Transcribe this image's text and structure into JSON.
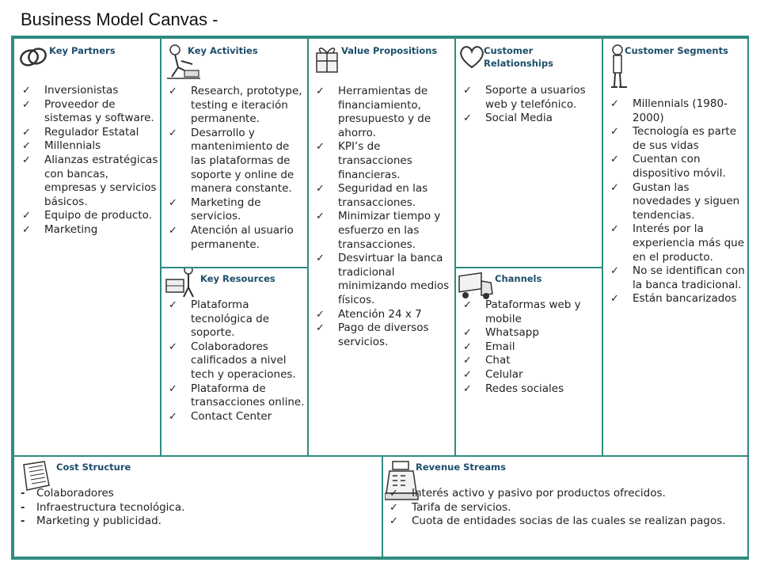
{
  "title": "Business Model Canvas -",
  "colors": {
    "border": "#2e8b80",
    "heading": "#1d4e6b"
  },
  "key_partners": {
    "heading": "Key Partners",
    "icon": "linked-rings-icon",
    "items": [
      "Inversionistas",
      "Proveedor de sistemas y software.",
      "Regulador Estatal",
      "Millennials",
      "Alianzas estratégicas con bancas, empresas y servicios básicos.",
      "Equipo de producto.",
      "Marketing"
    ]
  },
  "key_activities": {
    "heading": "Key Activities",
    "icon": "worker-icon",
    "items": [
      "Research, prototype, testing e iteración permanente.",
      "Desarrollo y mantenimiento de las plataformas de soporte y online de manera constante.",
      "Marketing de servicios.",
      "Atención al usuario permanente."
    ]
  },
  "key_resources": {
    "heading": "Key Resources",
    "icon": "worker-with-box-icon",
    "items": [
      "Plataforma tecnológica de soporte.",
      "Colaboradores calificados a nivel tech y operaciones.",
      "Plataforma de transacciones online.",
      "Contact Center"
    ]
  },
  "value_propositions": {
    "heading": "Value Propositions",
    "icon": "gift-box-icon",
    "items": [
      "Herramientas de financiamiento, presupuesto y de ahorro.",
      "KPI’s de transacciones financieras.",
      "Seguridad en las transacciones.",
      "Minimizar tiempo y esfuerzo en las transacciones.",
      "Desvirtuar la banca tradicional minimizando medios físicos.",
      "Atención 24 x 7",
      "Pago de diversos servicios."
    ]
  },
  "customer_relationships": {
    "heading": "Customer Relationships",
    "icon": "heart-icon",
    "items": [
      "Soporte a usuarios web y telefónico.",
      "Social Media"
    ]
  },
  "channels": {
    "heading": "Channels",
    "icon": "truck-icon",
    "items": [
      "Pataformas web y mobile",
      "Whatsapp",
      "Email",
      "Chat",
      "Celular",
      "Redes sociales"
    ]
  },
  "customer_segments": {
    "heading": "Customer Segments",
    "icon": "person-icon",
    "items": [
      "Millennials (1980-2000)",
      "Tecnología es parte de sus vidas",
      "Cuentan con dispositivo móvil.",
      "Gustan las novedades y siguen tendencias.",
      "Interés por la experiencia más que en el producto.",
      "No se identifican con la banca tradicional.",
      "Están bancarizados"
    ]
  },
  "cost_structure": {
    "heading": "Cost Structure",
    "icon": "document-icon",
    "items": [
      "Colaboradores",
      "Infraestructura tecnológica.",
      "Marketing y publicidad."
    ]
  },
  "revenue_streams": {
    "heading": "Revenue Streams",
    "icon": "cash-register-icon",
    "items": [
      "Interés activo y pasivo por productos ofrecidos.",
      "Tarifa de servicios.",
      "Cuota de entidades socias de las cuales se realizan pagos."
    ]
  },
  "bullet_check": "✓",
  "bullet_dash": "-"
}
